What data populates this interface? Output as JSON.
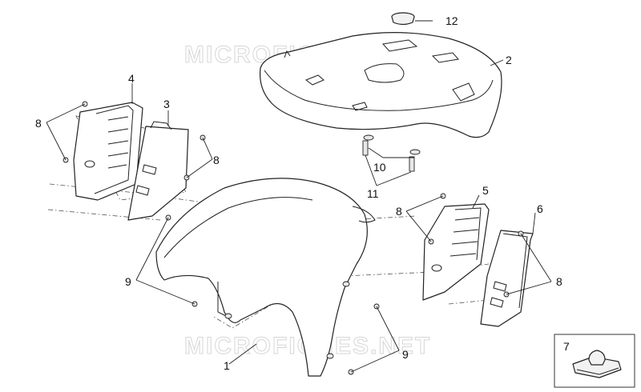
{
  "watermarks": [
    "MICROFICHES.NET",
    "MICROFICHES.NET"
  ],
  "callouts": {
    "c1": "1",
    "c2": "2",
    "c3": "3",
    "c4": "4",
    "c5": "5",
    "c6": "6",
    "c7": "7",
    "c8a": "8",
    "c8b": "8",
    "c8c": "8",
    "c8d": "8",
    "c9a": "9",
    "c9b": "9",
    "c10": "10",
    "c11": "11",
    "c12": "12"
  }
}
